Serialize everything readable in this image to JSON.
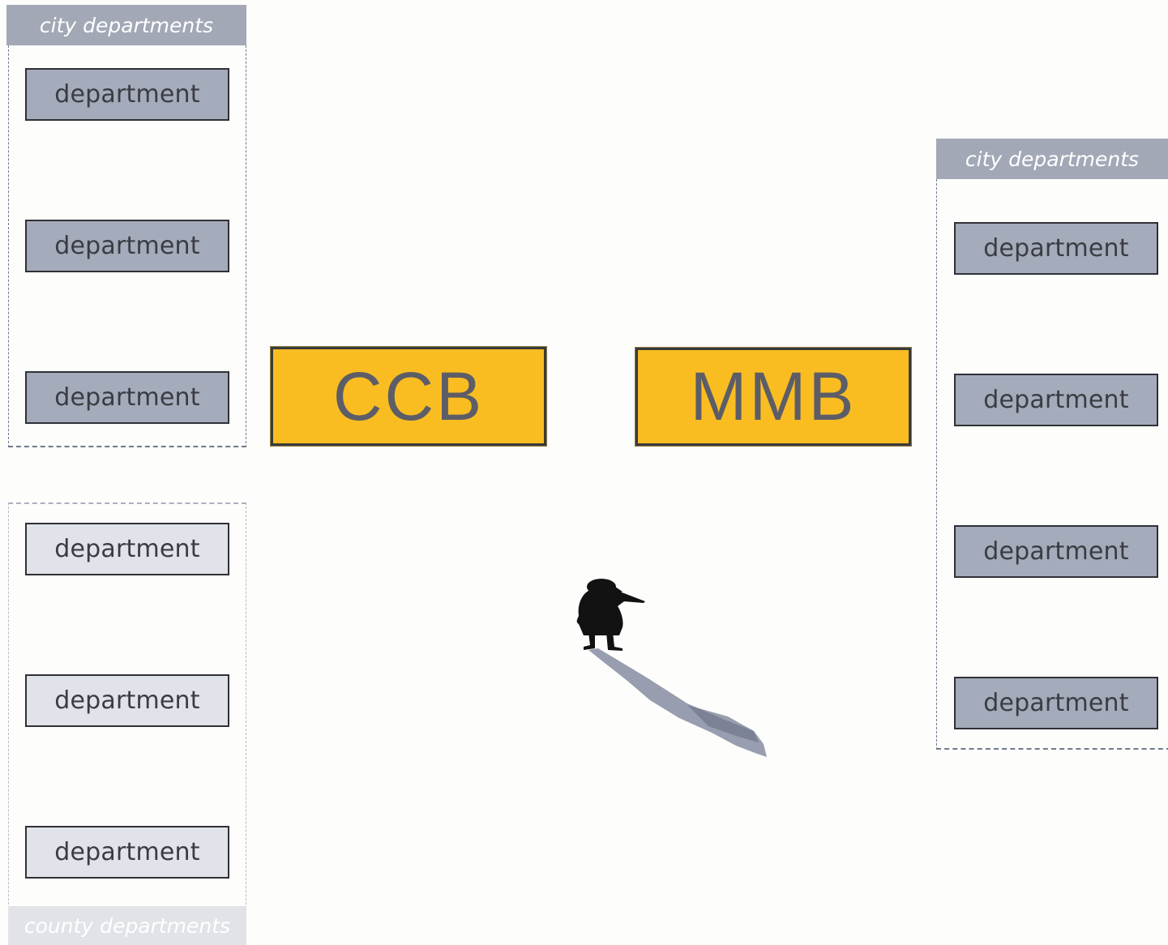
{
  "groups": {
    "city_left": {
      "header": "city departments",
      "items": [
        "department",
        "department",
        "department"
      ]
    },
    "county_left": {
      "header": "county departments",
      "items": [
        "department",
        "department",
        "department"
      ]
    },
    "city_right": {
      "header": "city departments",
      "items": [
        "department",
        "department",
        "department",
        "department"
      ]
    }
  },
  "boards": {
    "ccb": "CCB",
    "mmb": "MMB"
  },
  "colors": {
    "board_fill": "#f9bd22",
    "city_department_fill": "#a4abbb",
    "county_department_fill": "#e0e3e9",
    "text": "#5c5d66"
  }
}
